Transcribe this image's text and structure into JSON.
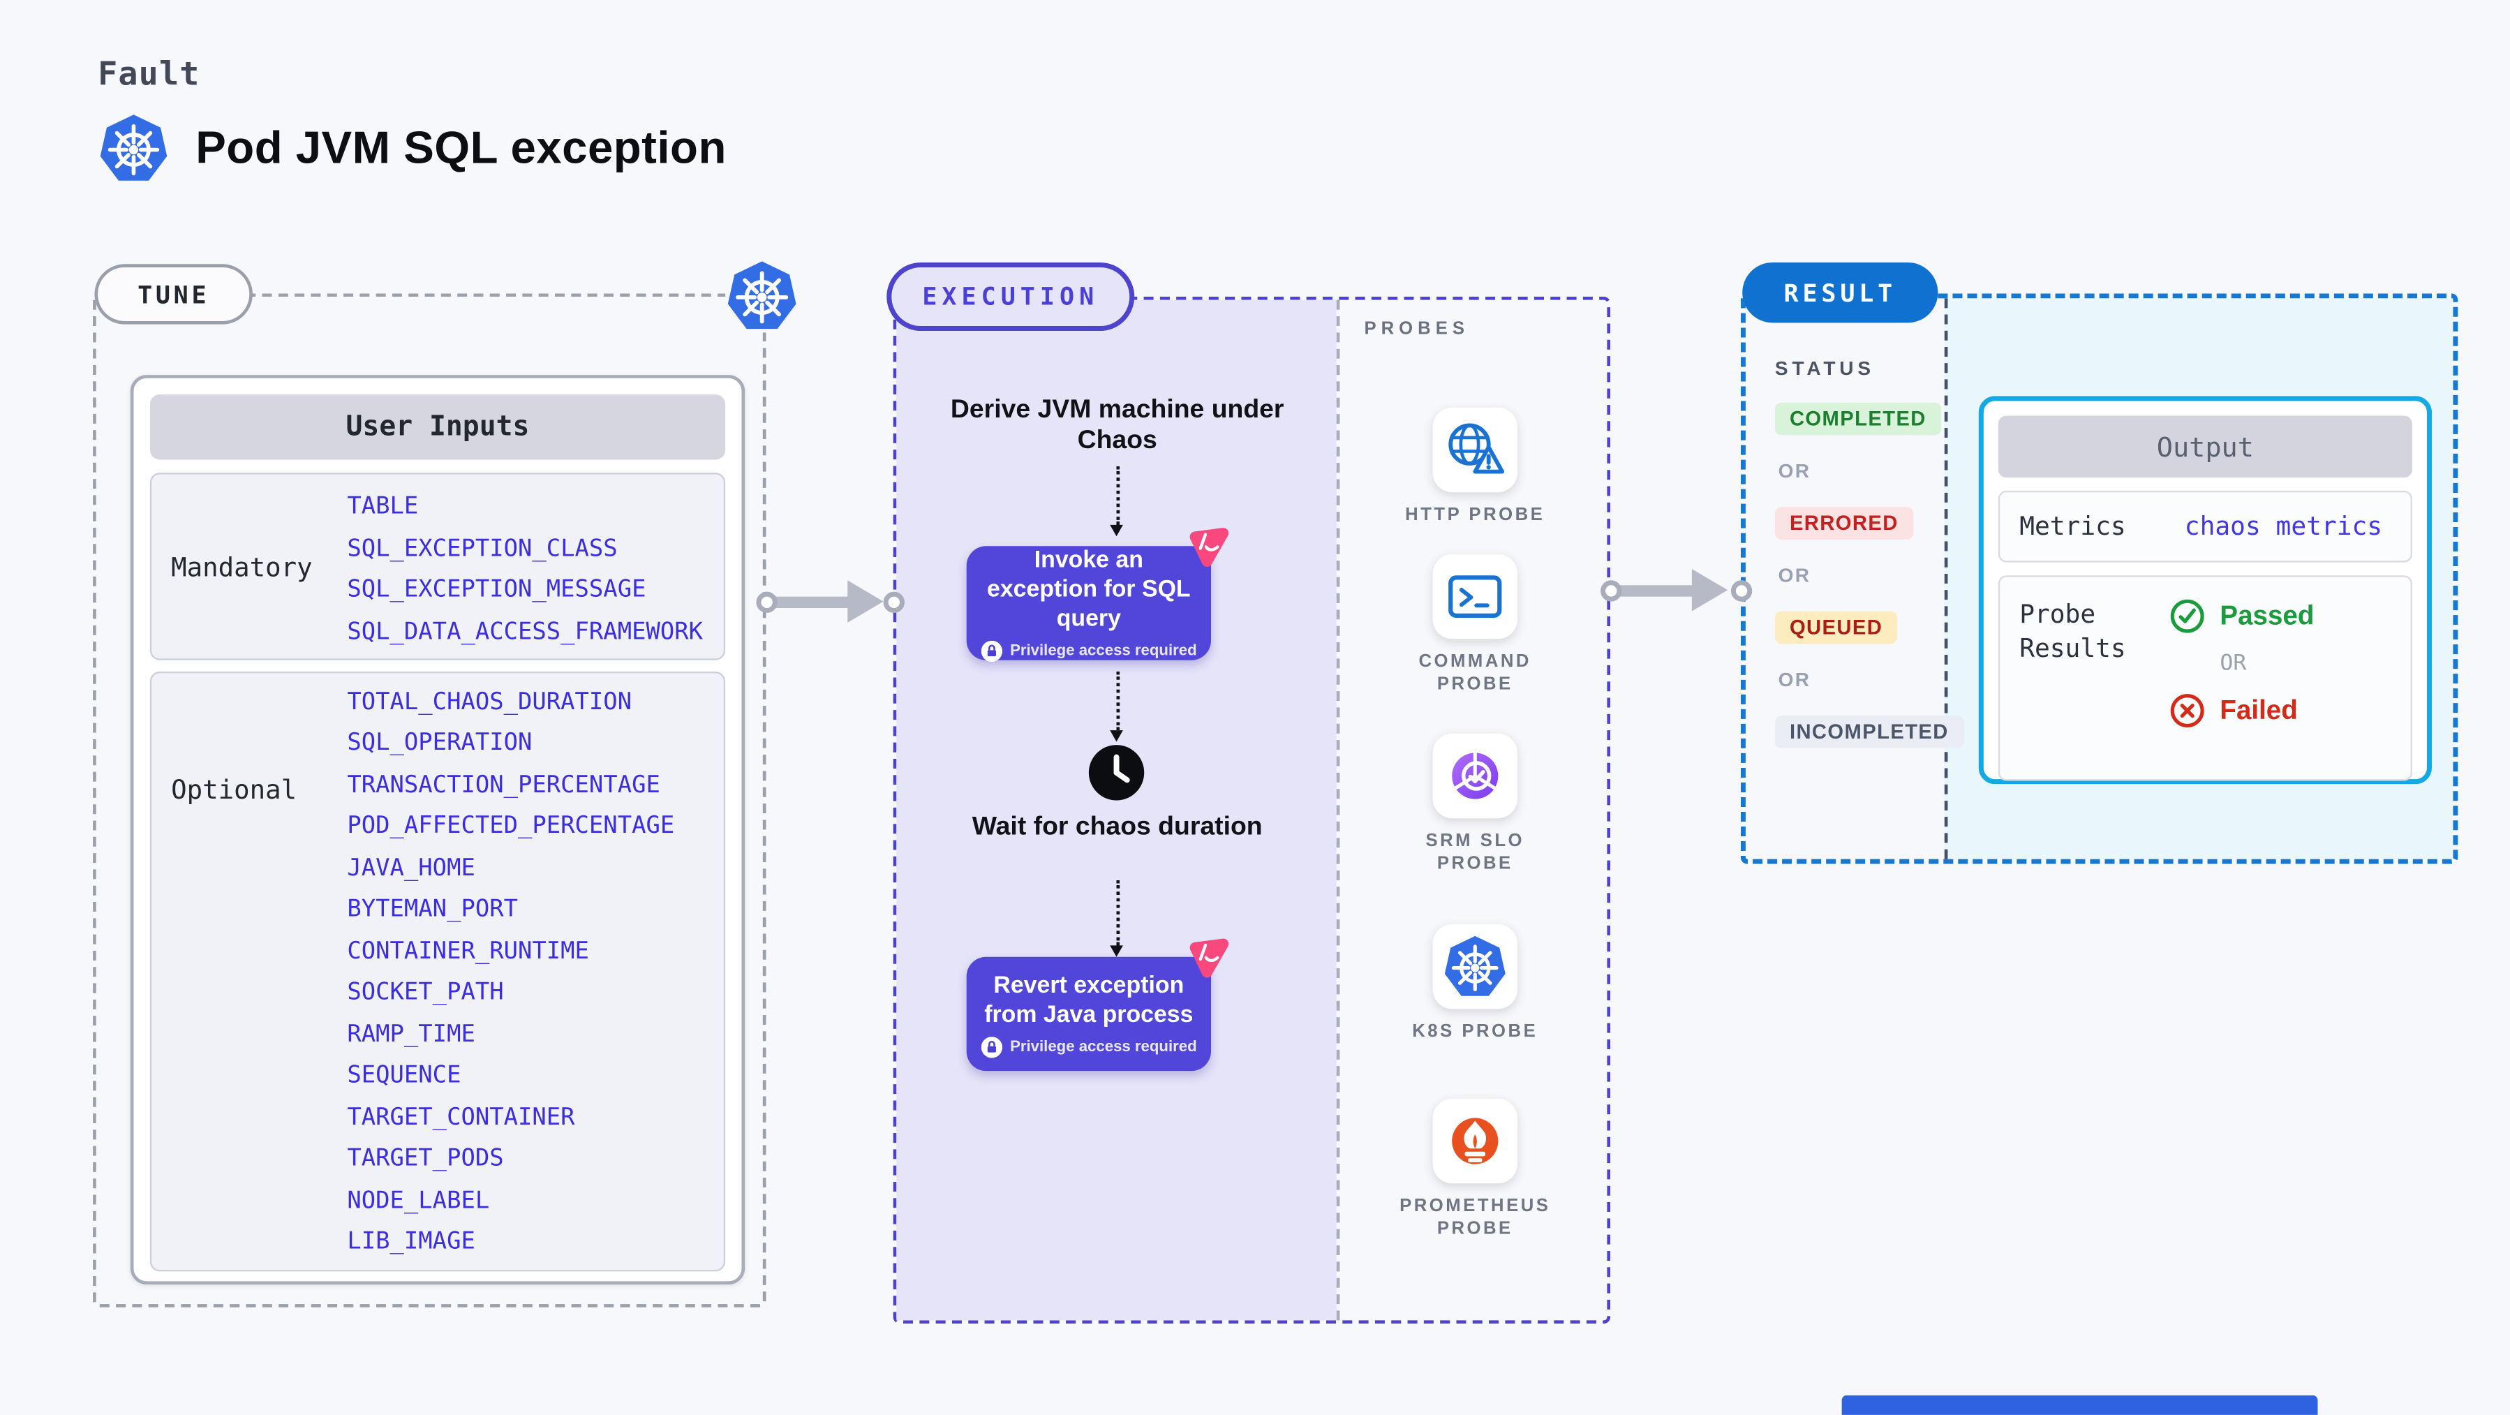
{
  "page": {
    "eyebrow": "Fault",
    "title": "Pod JVM SQL exception"
  },
  "tune": {
    "label": "TUNE",
    "table_header": "User Inputs",
    "mandatory": {
      "label": "Mandatory",
      "params": [
        "TABLE",
        "SQL_EXCEPTION_CLASS",
        "SQL_EXCEPTION_MESSAGE",
        "SQL_DATA_ACCESS_FRAMEWORK"
      ]
    },
    "optional": {
      "label": "Optional",
      "params": [
        "TOTAL_CHAOS_DURATION",
        "SQL_OPERATION",
        "TRANSACTION_PERCENTAGE",
        "POD_AFFECTED_PERCENTAGE",
        "JAVA_HOME",
        "BYTEMAN_PORT",
        "CONTAINER_RUNTIME",
        "SOCKET_PATH",
        "RAMP_TIME",
        "SEQUENCE",
        "TARGET_CONTAINER",
        "TARGET_PODS",
        "NODE_LABEL",
        "LIB_IMAGE"
      ]
    }
  },
  "execution": {
    "label": "EXECUTION",
    "derive_label": "Derive JVM machine under Chaos",
    "invoke": {
      "label": "Invoke an exception for SQL query",
      "note": "Privilege access required"
    },
    "wait_label": "Wait for chaos duration",
    "revert": {
      "label": "Revert exception from Java process",
      "note": "Privilege access required"
    },
    "accent_color": "#5146d9"
  },
  "probes": {
    "label": "PROBES",
    "items": [
      {
        "icon": "globe-alert-icon",
        "label": "HTTP PROBE"
      },
      {
        "icon": "terminal-icon",
        "label": "COMMAND PROBE"
      },
      {
        "icon": "slo-gauge-icon",
        "label": "SRM SLO PROBE"
      },
      {
        "icon": "kubernetes-icon",
        "label": "K8S PROBE"
      },
      {
        "icon": "prometheus-icon",
        "label": "PROMETHEUS PROBE"
      }
    ]
  },
  "result": {
    "label": "RESULT",
    "status_label": "STATUS",
    "or_label": "OR",
    "statuses": [
      {
        "label": "COMPLETED",
        "fg": "#1b7f2e",
        "bg": "#d9f2da"
      },
      {
        "label": "ERRORED",
        "fg": "#c32020",
        "bg": "#fbe3e3"
      },
      {
        "label": "QUEUED",
        "fg": "#ab1d10",
        "bg": "#fcecc0"
      },
      {
        "label": "INCOMPLETED",
        "fg": "#4c566b",
        "bg": "#ebedf4"
      }
    ],
    "output": {
      "header": "Output",
      "metrics_label": "Metrics",
      "metrics_value": "chaos metrics",
      "probe_results_label": "Probe Results",
      "passed_label": "Passed",
      "or_label": "OR",
      "failed_label": "Failed",
      "passed_color": "#1a9c3d",
      "failed_color": "#d62a18"
    }
  }
}
